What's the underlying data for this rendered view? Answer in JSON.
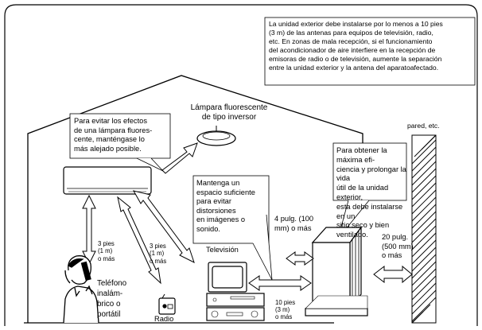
{
  "notes": {
    "top_note": "La unidad exterior debe instalarse por lo menos a 10 pies\n(3 m) de las antenas para equipos de televisión, radio,\netc. En zonas de mala recepción, si el funcionamiento\ndel acondicionador de aire interfiere en la recepción de\nemisoras de radio o de televisión, aumente la separación\nentre la unidad exterior y la antena del aparatoafectado.",
    "lamp_label": "Lámpara fluorescente\nde tipo inversor",
    "lamp_note": "Para evitar los efectos\nde una lámpara fluores-\ncente, manténgase lo\nmás alejado posible.",
    "wall_label": "pared, etc.",
    "outdoor_note": "Para obtener la máxima efi-\nciencia y prolongar la vida\nútil de la unidad exterior,\nesta debe instalarse en un\nsitio seco y bien ventilado.",
    "space_note": "Mantenga un\nespacio suficiente\npara evitar\ndistorsiones\nen imágenes o\nsonido."
  },
  "distances": {
    "four_in": "4 pulg. (100\nmm) o más",
    "twenty_in": "20 pulg.\n(500 mm)\no más",
    "phone_dist": "3 pies\n(1 m)\no más",
    "radio_dist": "3 pies\n(1 m)\no más",
    "tv_dist": "10 pies\n(3 m)\no más"
  },
  "devices": {
    "tv_label": "Televisión",
    "phone_label": "Teléfono\ninalám-\nbrico o\nportátil",
    "radio_label": "Radio"
  }
}
